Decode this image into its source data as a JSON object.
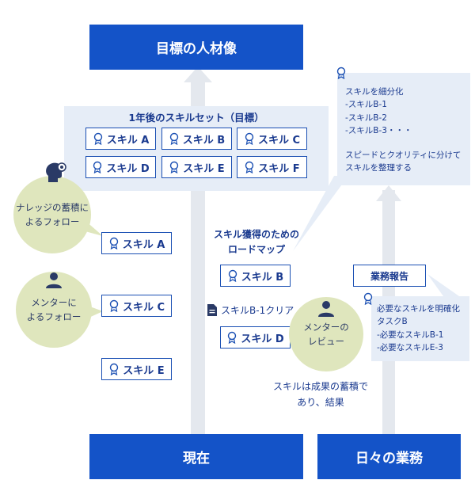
{
  "goal": {
    "label": "目標の人材像"
  },
  "current": {
    "label": "現在"
  },
  "daily": {
    "label": "日々の業務"
  },
  "skillset": {
    "title": "1年後のスキルセット（目標）",
    "items": [
      "スキル A",
      "スキル B",
      "スキル C",
      "スキル D",
      "スキル E",
      "スキル F"
    ]
  },
  "knowledge": {
    "line1": "ナレッジの蓄積に",
    "line2": "よるフォロー"
  },
  "mentor_follow": {
    "line1": "メンターに",
    "line2": "よるフォロー"
  },
  "mentor_review": {
    "line1": "メンターの",
    "line2": "レビュー"
  },
  "path_skills": {
    "a": "スキル A",
    "c": "スキル C",
    "e": "スキル E",
    "b": "スキル B",
    "d": "スキル D"
  },
  "roadmap": {
    "line1": "スキル獲得のための",
    "line2": "ロードマップ"
  },
  "clear_label": "スキルB-1クリア",
  "result": {
    "line1": "スキルは成果の蓄積で",
    "line2": "あり、結果"
  },
  "report": {
    "label": "業務報告"
  },
  "bubble_top": [
    "スキルを細分化",
    "-スキルB-1",
    "-スキルB-2",
    "-スキルB-3・・・",
    "",
    "スピードとクオリティに分けて",
    "スキルを整理する"
  ],
  "bubble_bottom": [
    "必要なスキルを明確化",
    "タスクB",
    "-必要なスキルB-1",
    "-必要なスキルE-3"
  ],
  "colors": {
    "navy": "#1453c8",
    "light_blue": "#e6edf7",
    "circle": "#dfe6bd",
    "arrow": "#e4e8ee"
  }
}
